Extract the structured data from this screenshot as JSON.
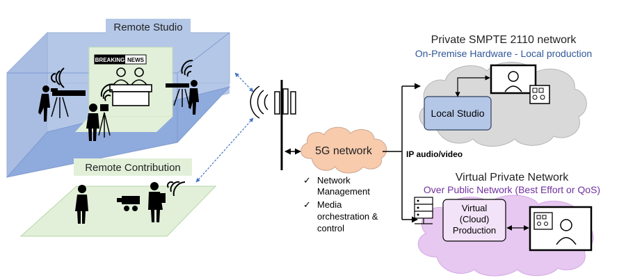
{
  "remote_studio": {
    "label": "Remote Studio",
    "breaking_left": "BREAKING",
    "breaking_right": "NEWS"
  },
  "remote_contribution": {
    "label": "Remote Contribution"
  },
  "fiveg": {
    "label": "5G network",
    "items": [
      "Network",
      "Management",
      "Media",
      "orchestration &",
      "control"
    ]
  },
  "ip_label": "IP audio/video",
  "private_network": {
    "title": "Private SMPTE 2110 network",
    "subtitle": "On-Premise Hardware - Local production",
    "local_studio": "Local Studio"
  },
  "virtual_network": {
    "title": "Virtual Private Network",
    "subtitle": "Over Public Network (Best Effort or QoS)",
    "production_lines": [
      "Virtual",
      "(Cloud)",
      "Production"
    ]
  },
  "colors": {
    "studio_wall": "#b4c7e7",
    "studio_floor": "#8faadc",
    "studio_green": "#e2f0d9",
    "contribution_floor": "#e2f0d9",
    "fiveg_cloud": "#f8cbad",
    "private_cloud": "#d9d9d9",
    "virtual_cloud": "#e6c8f0",
    "local_studio_box": "#b4c7e7",
    "accent_blue": "#2f5597",
    "accent_purple": "#7030a0",
    "arrow_blue": "#4472c4"
  }
}
